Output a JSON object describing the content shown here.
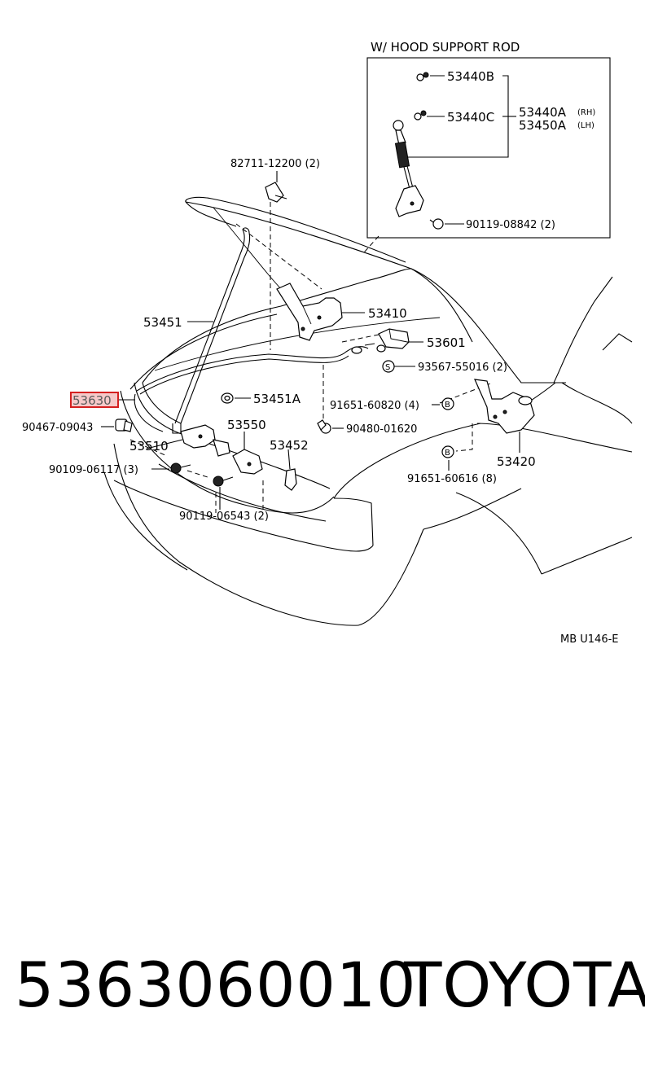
{
  "inset": {
    "title": "W/ HOOD  SUPPORT  ROD",
    "labels": {
      "p53440B": "53440B",
      "p53440C": "53440C",
      "p53440A": "53440A",
      "p53440A_side": "(RH)",
      "p53450A": "53450A",
      "p53450A_side": "(LH)",
      "p90119_08842": "90119-08842 (2)"
    }
  },
  "labels": {
    "p82711": "82711-12200 (2)",
    "p53451": "53451",
    "p53410": "53410",
    "p53601": "53601",
    "p93567": "93567-55016 (2)",
    "p53630": "53630",
    "p53451A": "53451A",
    "p91651_60820": "91651-60820 (4)",
    "p90467": "90467-09043",
    "p53550": "53550",
    "p90480": "90480-01620",
    "p53510": "53510",
    "p53452": "53452",
    "p90109": "90109-06117 (3)",
    "p53420": "53420",
    "p91651_60616": "91651-60616 (8)",
    "p90119_06543": "90119-06543 (2)"
  },
  "markers": {
    "s": "S",
    "b": "B"
  },
  "highlight": {
    "part": "53630",
    "color": "#d42020"
  },
  "ref_code": "MB  U146-E",
  "footer": {
    "part_number": "5363060010",
    "brand": "TOYOTA"
  }
}
